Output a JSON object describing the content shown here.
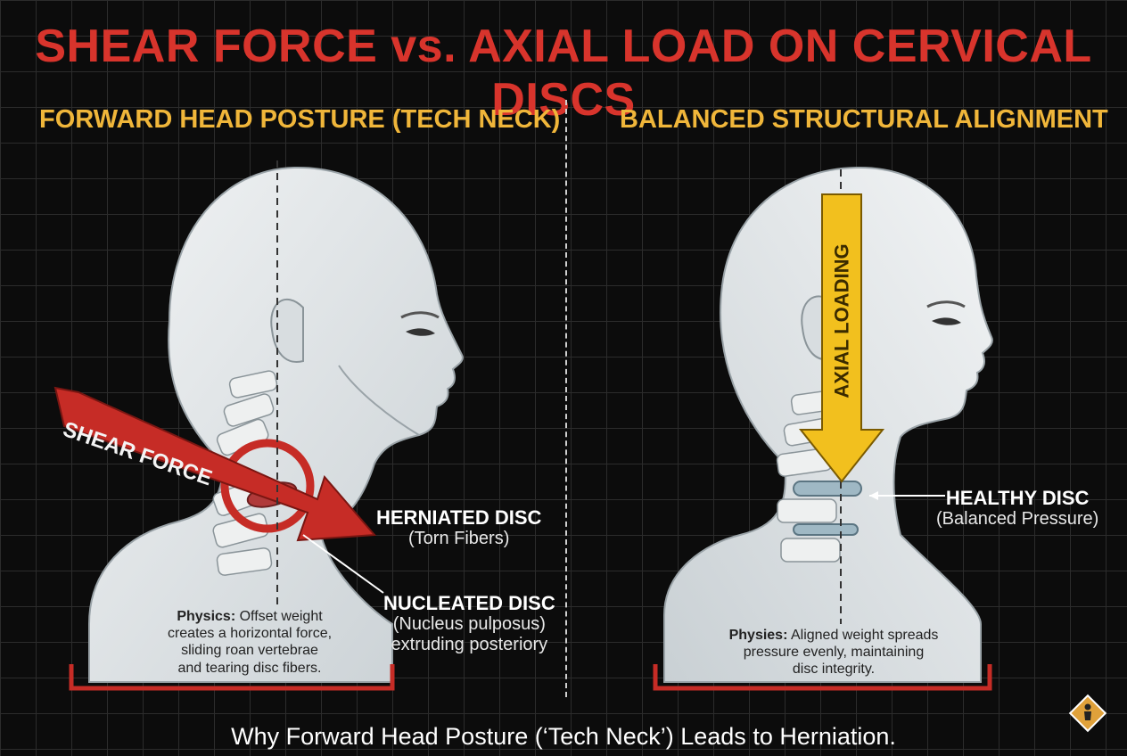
{
  "title": "SHEAR FORCE vs. AXIAL LOAD ON CERVICAL DISCS",
  "left_panel": {
    "heading": "FORWARD HEAD POSTURE (TECH NECK)",
    "arrow_label": "SHEAR FORCE",
    "herniated_label": "HERNIATED DISC",
    "herniated_sub": "(Torn Fibers)",
    "nucleated_label": "NUCLEATED DISC",
    "nucleated_sub1": "(Nucleus pulposus)",
    "nucleated_sub2": "extruding posteriory",
    "physics_lead": "Physics:",
    "physics_text1": " Offset weight",
    "physics_text2": "creates a horizontal force,",
    "physics_text3": "sliding roan vertebrae",
    "physics_text4": "and tearing disc fibers."
  },
  "right_panel": {
    "heading": "BALANCED STRUCTURAL ALIGNMENT",
    "arrow_label": "AXIAL LOADING",
    "healthy_label": "HEALTHY DISC",
    "healthy_sub": "(Balanced Pressure)",
    "physics_lead": "Physies:",
    "physics_text1": " Aligned weight spreads",
    "physics_text2": "pressure evenly, maintaining",
    "physics_text3": "disc integrity."
  },
  "footer": "Why Forward Head Posture (‘Tech Neck’) Leads to Herniation.",
  "colors": {
    "title_red": "#d8342c",
    "subtitle_gold": "#f0b63a",
    "shear_red": "#c62c26",
    "axial_yellow": "#f2c01e",
    "head_fill": "#e4e8ea",
    "disc_blue": "#9fb8c4"
  },
  "icons": {
    "badge": "warning-person-icon"
  }
}
